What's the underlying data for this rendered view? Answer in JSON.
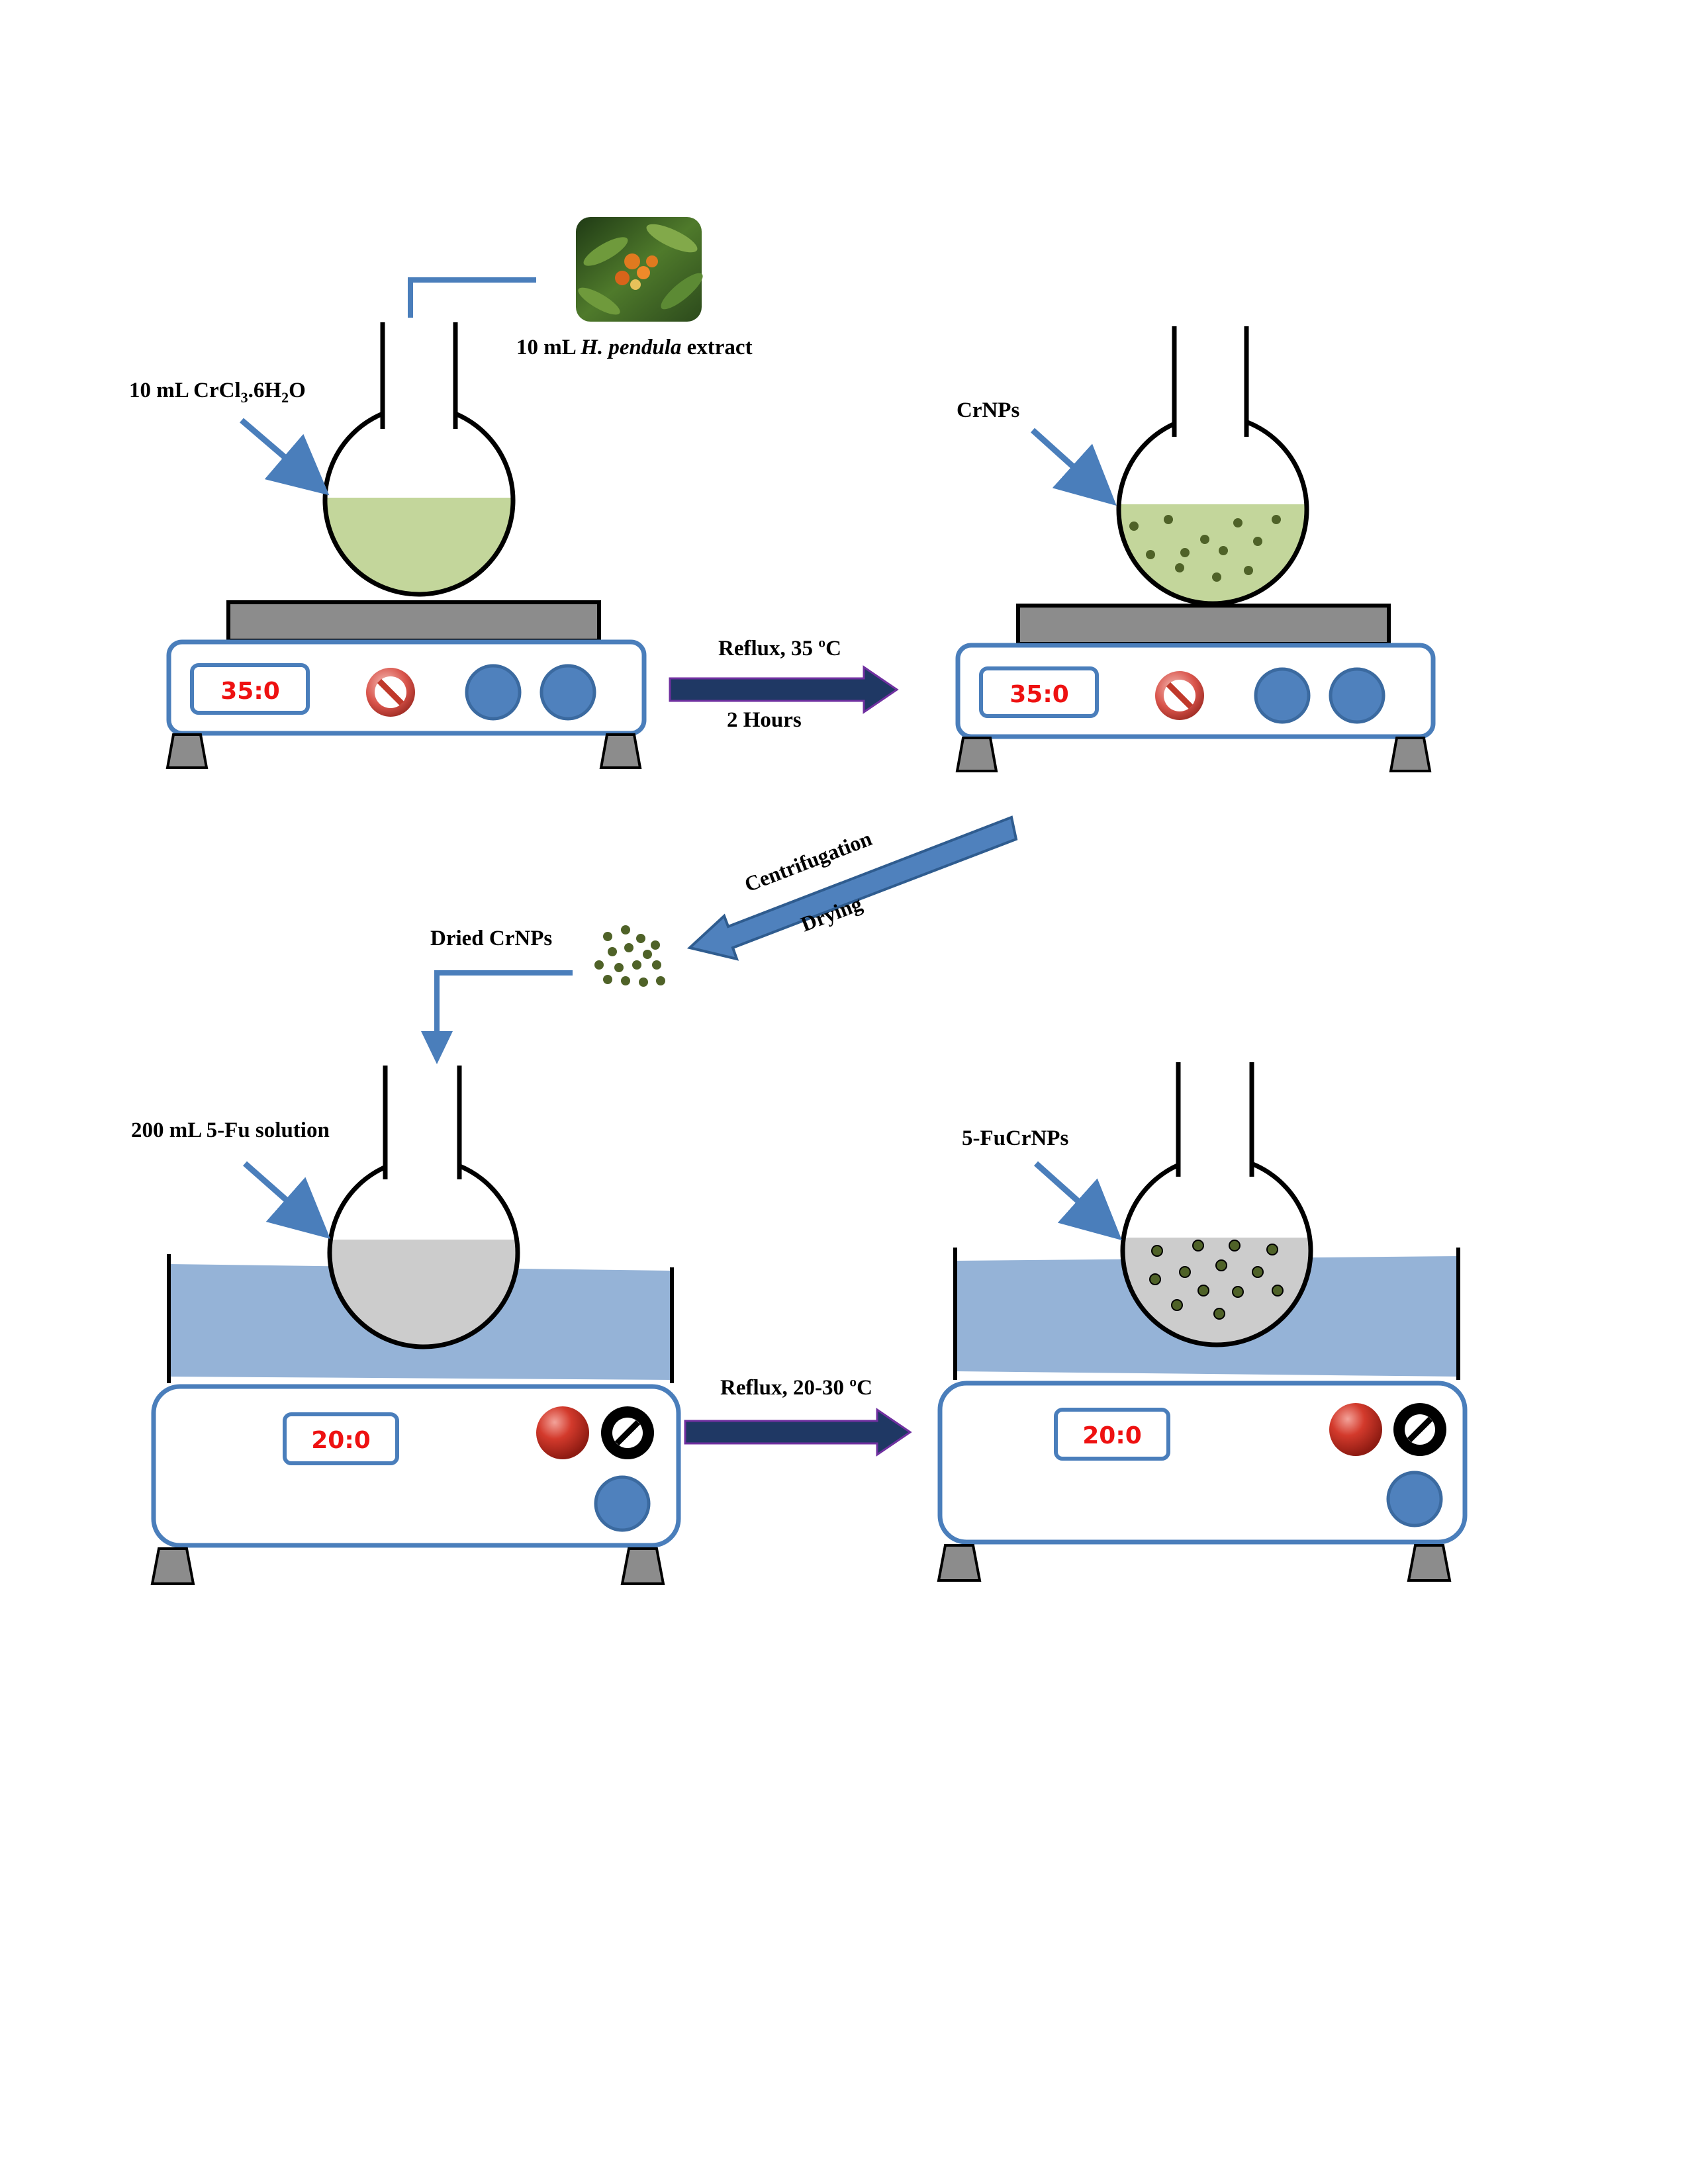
{
  "labels": {
    "reagent_1": "10 mL CrCl",
    "reagent_1_sub_a": "3",
    "reagent_1_mid": ".6H",
    "reagent_1_sub_b": "2",
    "reagent_1_end": "O",
    "extract_prefix": "10 mL ",
    "extract_species": "H. pendula",
    "extract_suffix": " extract",
    "product_1": "CrNPs",
    "condition_1": "Reflux, 35 ºC",
    "duration_1": "2 Hours",
    "process_a": "Centrifugation",
    "process_b": "Drying",
    "dried_product": "Dried CrNPs",
    "solution_2": "200 mL 5-Fu solution",
    "product_2": "5-FuCrNPs",
    "condition_2": "Reflux, 20-30 ºC"
  },
  "displays": {
    "hotplate_1": "35:0",
    "hotplate_2": "35:0",
    "bath_1": "20:0",
    "bath_2": "20:0"
  },
  "colors": {
    "outline_blue": "#4a7ebb",
    "knob_blue": "#4f81bd",
    "plate_gray": "#8c8c8c",
    "green_solution": "#c3d69b",
    "gray_solution": "#cccccc",
    "water_blue": "#95b3d7",
    "particle": "#4f6228",
    "arrow_navy": "#1f3864",
    "lcd_red": "#ee1111",
    "stop_red": "#c0392b"
  },
  "icons": {
    "stop": "prohibition-icon",
    "extract_photo": "plant-photo"
  }
}
